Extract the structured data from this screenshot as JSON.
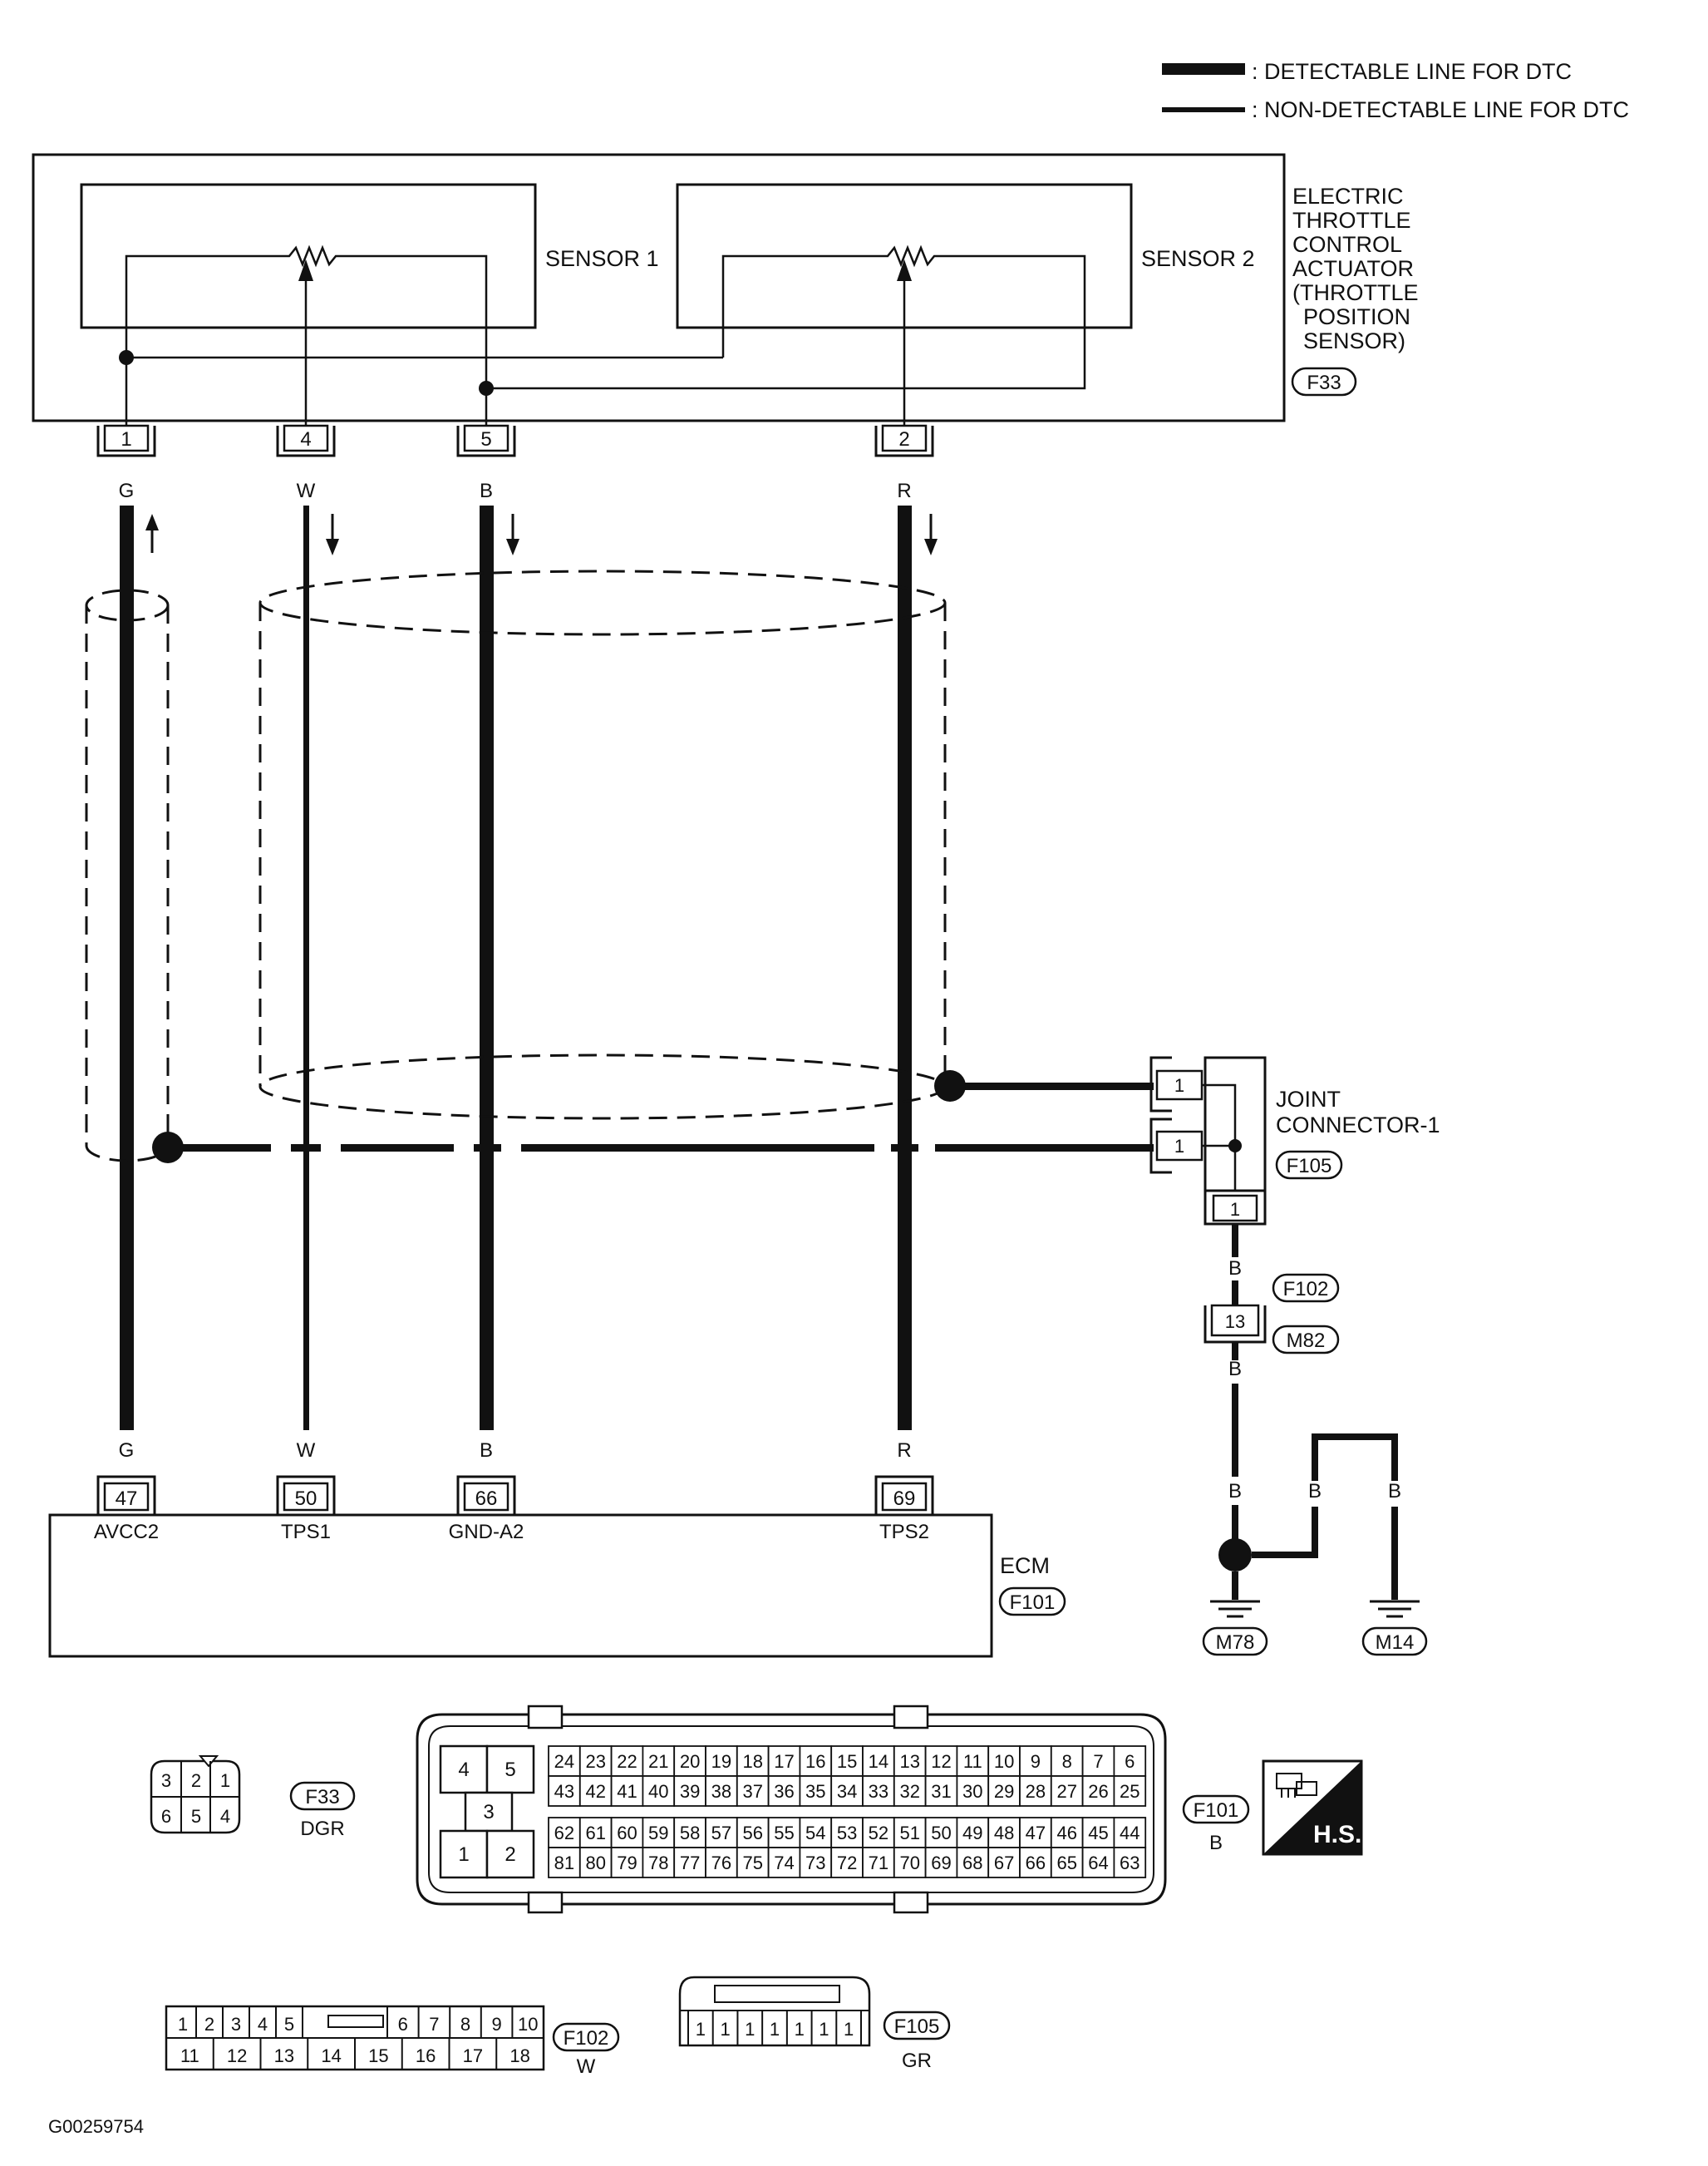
{
  "legend": {
    "detectable": ": DETECTABLE LINE FOR DTC",
    "non_detectable": ": NON-DETECTABLE LINE FOR DTC"
  },
  "actuator": {
    "title_lines": [
      "ELECTRIC",
      "THROTTLE",
      "CONTROL",
      "ACTUATOR",
      "(THROTTLE",
      "POSITION",
      "SENSOR)"
    ],
    "connector": "F33",
    "sensor1": "SENSOR 1",
    "sensor2": "SENSOR 2"
  },
  "wires": [
    {
      "terminal": "1",
      "color": "G",
      "ecm_pin": "47",
      "ecm_label": "AVCC2",
      "detectable": true
    },
    {
      "terminal": "4",
      "color": "W",
      "ecm_pin": "50",
      "ecm_label": "TPS1",
      "detectable": false
    },
    {
      "terminal": "5",
      "color": "B",
      "ecm_pin": "66",
      "ecm_label": "GND-A2",
      "detectable": true
    },
    {
      "terminal": "2",
      "color": "R",
      "ecm_pin": "69",
      "ecm_label": "TPS2",
      "detectable": true
    }
  ],
  "joint_connector": {
    "lines": [
      "JOINT",
      "CONNECTOR-1"
    ],
    "connector": "F105",
    "pin_upper": "1",
    "pin_lower": "1",
    "pin_bottom": "1"
  },
  "ground_path": {
    "wire_color_top": "B",
    "conn_upper": "F102",
    "conn_lower": "M82",
    "pin": "13",
    "wire_color_below": "B",
    "wire_left": "B",
    "wire_mid": "B",
    "wire_right": "B",
    "ground_left": "M78",
    "ground_right": "M14"
  },
  "ecm": {
    "title": "ECM",
    "connector": "F101"
  },
  "connector_views": {
    "f33": {
      "id": "F33",
      "color": "DGR",
      "pins_top": [
        "3",
        "2",
        "1"
      ],
      "pins_bottom": [
        "6",
        "5",
        "4"
      ]
    },
    "f101": {
      "id": "F101",
      "color": "B",
      "power_pins": [
        "4",
        "5",
        "3",
        "1",
        "2"
      ],
      "rows": [
        [
          "24",
          "23",
          "22",
          "21",
          "20",
          "19",
          "18",
          "17",
          "16",
          "15",
          "14",
          "13",
          "12",
          "11",
          "10",
          "9",
          "8",
          "7",
          "6"
        ],
        [
          "43",
          "42",
          "41",
          "40",
          "39",
          "38",
          "37",
          "36",
          "35",
          "34",
          "33",
          "32",
          "31",
          "30",
          "29",
          "28",
          "27",
          "26",
          "25"
        ],
        [
          "62",
          "61",
          "60",
          "59",
          "58",
          "57",
          "56",
          "55",
          "54",
          "53",
          "52",
          "51",
          "50",
          "49",
          "48",
          "47",
          "46",
          "45",
          "44"
        ],
        [
          "81",
          "80",
          "79",
          "78",
          "77",
          "76",
          "75",
          "74",
          "73",
          "72",
          "71",
          "70",
          "69",
          "68",
          "67",
          "66",
          "65",
          "64",
          "63"
        ]
      ]
    },
    "f102": {
      "id": "F102",
      "color": "W",
      "top_left": [
        "1",
        "2",
        "3",
        "4",
        "5"
      ],
      "top_right": [
        "6",
        "7",
        "8",
        "9",
        "10"
      ],
      "bottom": [
        "11",
        "12",
        "13",
        "14",
        "15",
        "16",
        "17",
        "18"
      ]
    },
    "f105": {
      "id": "F105",
      "color": "GR",
      "pins": [
        "1",
        "1",
        "1",
        "1",
        "1",
        "1",
        "1"
      ]
    }
  },
  "hs_badge": "H.S.",
  "figure_id": "G00259754",
  "colors": {
    "ink": "#111111",
    "paper": "#ffffff"
  }
}
